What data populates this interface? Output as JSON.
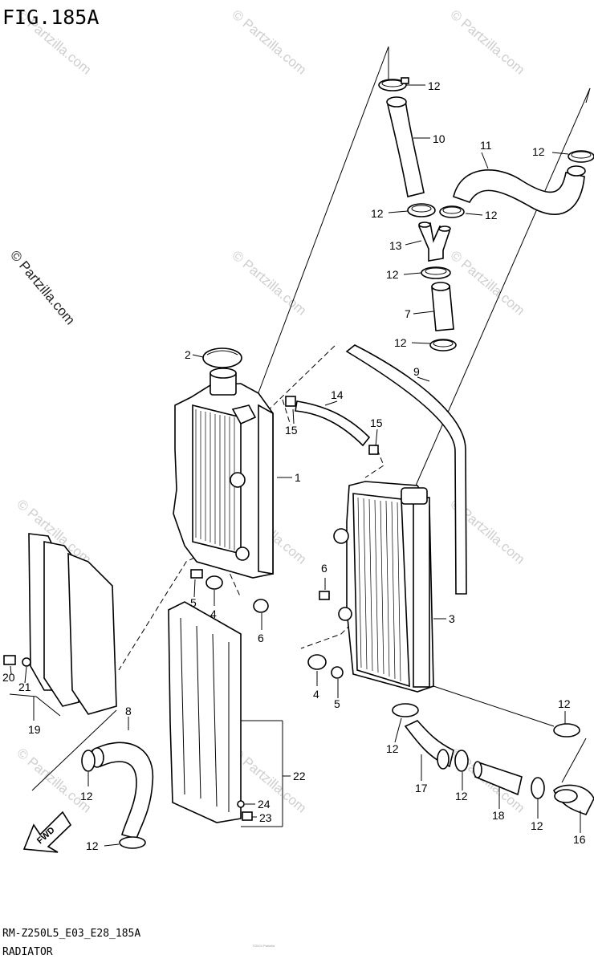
{
  "figure": {
    "title": "FIG.185A",
    "model_code": "RM-Z250L5_E03_E28_185A",
    "section": "RADIATOR",
    "copyright_small": "©2024 Partzilla",
    "watermark": "© Partzilla.com",
    "fwd_label": "FWD"
  },
  "callouts": {
    "c1": "1",
    "c2": "2",
    "c3": "3",
    "c4a": "4",
    "c4b": "4",
    "c5a": "5",
    "c5b": "5",
    "c6a": "6",
    "c6b": "6",
    "c7": "7",
    "c8": "8",
    "c9": "9",
    "c10": "10",
    "c11": "11",
    "c12a": "12",
    "c12b": "12",
    "c12c": "12",
    "c12d": "12",
    "c12e": "12",
    "c12f": "12",
    "c12g": "12",
    "c12h": "12",
    "c12i": "12",
    "c12j": "12",
    "c12k": "12",
    "c12l": "12",
    "c13": "13",
    "c14": "14",
    "c15a": "15",
    "c15b": "15",
    "c16": "16",
    "c17": "17",
    "c18": "18",
    "c19": "19",
    "c20": "20",
    "c21": "21",
    "c22": "22",
    "c23": "23",
    "c24": "24"
  }
}
